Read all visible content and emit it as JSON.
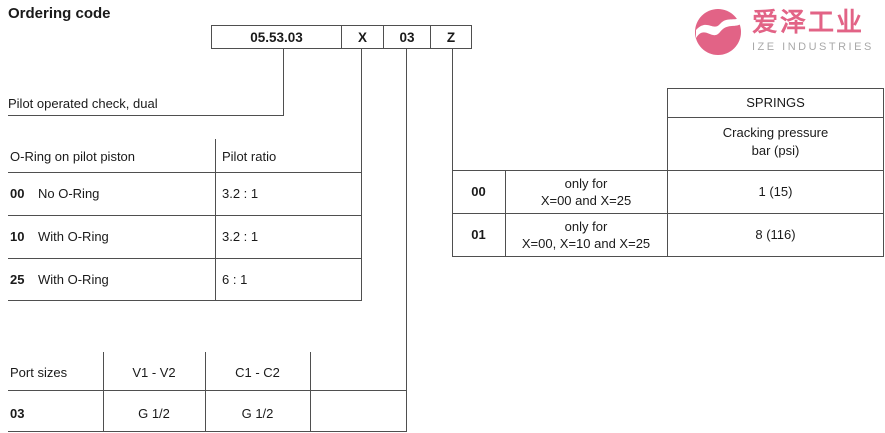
{
  "title": "Ordering code",
  "ordering_code": {
    "segments": [
      "05.53.03",
      "X",
      "03",
      "Z"
    ]
  },
  "description_label": "Pilot operated check, dual",
  "oring_table": {
    "headers": [
      "O-Ring on pilot piston",
      "Pilot ratio"
    ],
    "rows": [
      {
        "code": "00",
        "desc": "No O-Ring",
        "ratio": "3.2 : 1"
      },
      {
        "code": "10",
        "desc": "With O-Ring",
        "ratio": "3.2 : 1"
      },
      {
        "code": "25",
        "desc": "With O-Ring",
        "ratio": "6 : 1"
      }
    ]
  },
  "springs_table": {
    "header": "SPRINGS",
    "subheader_line1": "Cracking pressure",
    "subheader_line2": "bar (psi)",
    "rows": [
      {
        "code": "00",
        "condition_line1": "only for",
        "condition_line2": "X=00 and X=25",
        "pressure": "1 (15)"
      },
      {
        "code": "01",
        "condition_line1": "only for",
        "condition_line2": "X=00, X=10 and X=25",
        "pressure": "8 (116)"
      }
    ]
  },
  "port_table": {
    "headers": [
      "Port sizes",
      "V1 - V2",
      "C1 - C2"
    ],
    "rows": [
      {
        "code": "03",
        "v1v2": "G 1/2",
        "c1c2": "G 1/2"
      }
    ]
  },
  "logo": {
    "name_cn": "爱泽工业",
    "name_en": "IZE INDUSTRIES",
    "brand_color": "#dd4872",
    "subtext_color": "#9a9a9a"
  }
}
